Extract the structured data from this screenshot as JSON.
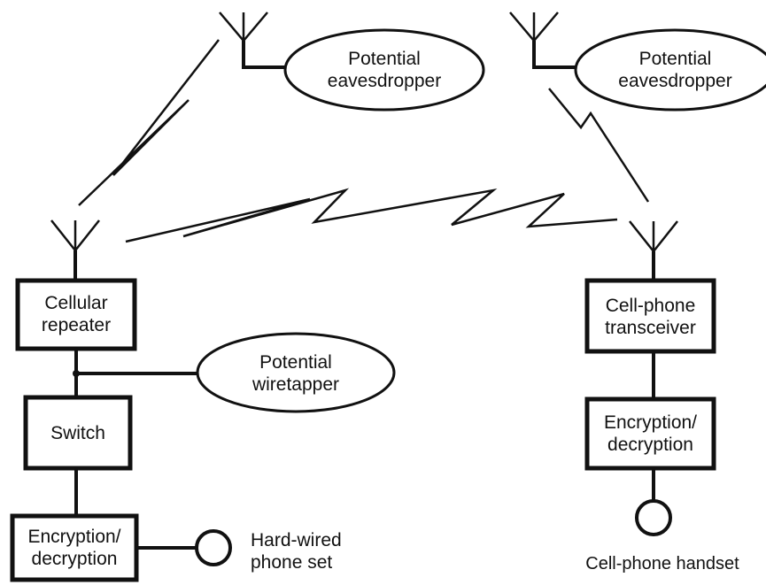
{
  "diagram": {
    "colors": {
      "stroke": "#111111",
      "background": "#ffffff",
      "text": "#111111"
    },
    "eavesdropper_left": {
      "line1": "Potential",
      "line2": "eavesdropper",
      "icon": "antenna-icon"
    },
    "eavesdropper_right": {
      "line1": "Potential",
      "line2": "eavesdropper",
      "icon": "antenna-icon"
    },
    "wiretapper": {
      "line1": "Potential",
      "line2": "wiretapper"
    },
    "cellular_repeater": {
      "line1": "Cellular",
      "line2": "repeater",
      "icon": "antenna-icon"
    },
    "switch": {
      "label": "Switch"
    },
    "encryption_left": {
      "line1": "Encryption/",
      "line2": "decryption"
    },
    "hardwired_phone": {
      "line1": "Hard-wired",
      "line2": "phone set",
      "icon": "phone-circle-icon"
    },
    "transceiver": {
      "line1": "Cell-phone",
      "line2": "transceiver",
      "icon": "antenna-icon"
    },
    "encryption_right": {
      "line1": "Encryption/",
      "line2": "decryption"
    },
    "handset": {
      "label": "Cell-phone handset",
      "icon": "phone-circle-icon"
    }
  }
}
